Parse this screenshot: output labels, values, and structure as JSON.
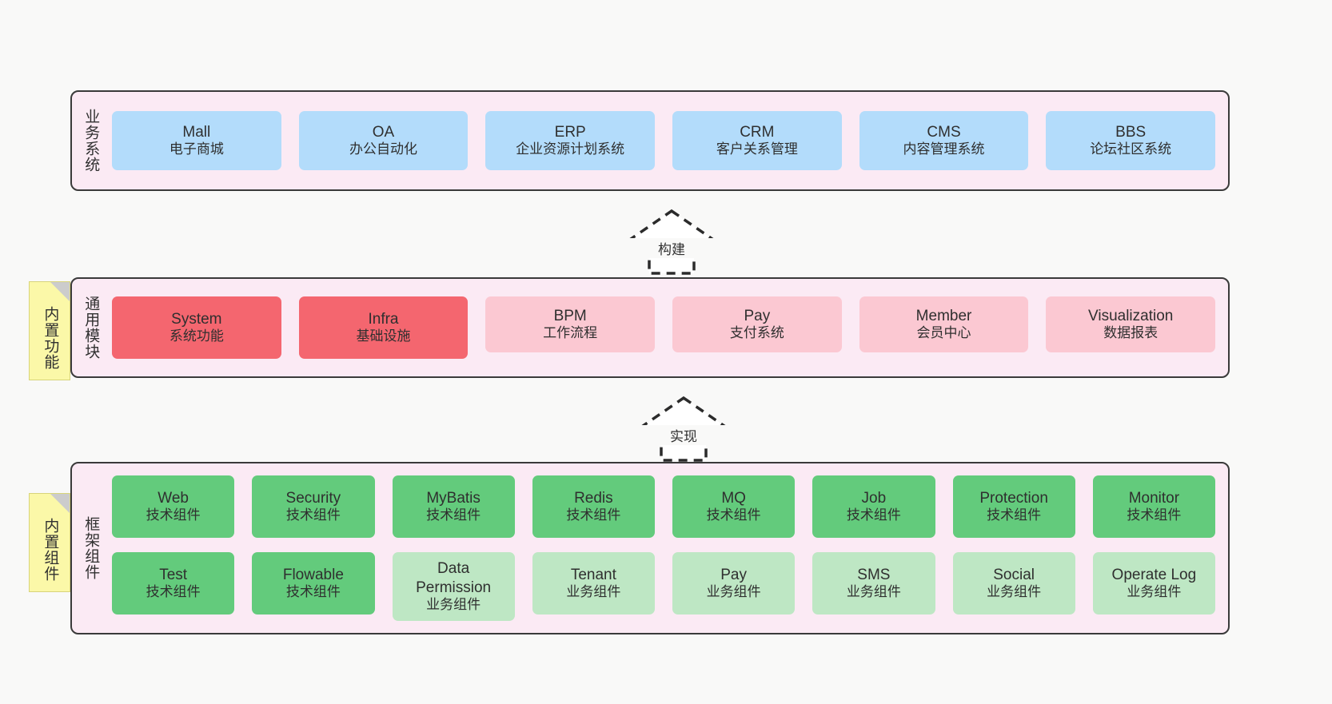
{
  "diagram": {
    "background": "#f9f9f8",
    "layers": [
      {
        "name": "business-systems",
        "label": "业务系统",
        "band_color": "#fbeaf4",
        "rows": [
          {
            "cards": [
              {
                "title": "Mall",
                "sub": "电子商城",
                "color": "#b3dcfb",
                "style": "c-blue"
              },
              {
                "title": "OA",
                "sub": "办公自动化",
                "color": "#b3dcfb",
                "style": "c-blue"
              },
              {
                "title": "ERP",
                "sub": "企业资源计划系统",
                "color": "#b3dcfb",
                "style": "c-blue"
              },
              {
                "title": "CRM",
                "sub": "客户关系管理",
                "color": "#b3dcfb",
                "style": "c-blue"
              },
              {
                "title": "CMS",
                "sub": "内容管理系统",
                "color": "#b3dcfb",
                "style": "c-blue"
              },
              {
                "title": "BBS",
                "sub": "论坛社区系统",
                "color": "#b3dcfb",
                "style": "c-blue"
              }
            ]
          }
        ]
      },
      {
        "name": "common-modules",
        "label": "通用模块",
        "note": "内置功能",
        "band_color": "#fbeaf4",
        "rows": [
          {
            "cards": [
              {
                "title": "System",
                "sub": "系统功能",
                "color": "#f4666f",
                "style": "c-red"
              },
              {
                "title": "Infra",
                "sub": "基础设施",
                "color": "#f4666f",
                "style": "c-red"
              },
              {
                "title": "BPM",
                "sub": "工作流程",
                "color": "#fbc8d2",
                "style": "c-pink"
              },
              {
                "title": "Pay",
                "sub": "支付系统",
                "color": "#fbc8d2",
                "style": "c-pink"
              },
              {
                "title": "Member",
                "sub": "会员中心",
                "color": "#fbc8d2",
                "style": "c-pink"
              },
              {
                "title": "Visualization",
                "sub": "数据报表",
                "color": "#fbc8d2",
                "style": "c-pink"
              }
            ]
          }
        ]
      },
      {
        "name": "framework-components",
        "label": "框架组件",
        "note": "内置组件",
        "band_color": "#fbeaf4",
        "rows": [
          {
            "cards": [
              {
                "title": "Web",
                "sub": "技术组件",
                "color": "#63cb7c",
                "style": "c-green"
              },
              {
                "title": "Security",
                "sub": "技术组件",
                "color": "#63cb7c",
                "style": "c-green"
              },
              {
                "title": "MyBatis",
                "sub": "技术组件",
                "color": "#63cb7c",
                "style": "c-green"
              },
              {
                "title": "Redis",
                "sub": "技术组件",
                "color": "#63cb7c",
                "style": "c-green"
              },
              {
                "title": "MQ",
                "sub": "技术组件",
                "color": "#63cb7c",
                "style": "c-green"
              },
              {
                "title": "Job",
                "sub": "技术组件",
                "color": "#63cb7c",
                "style": "c-green"
              },
              {
                "title": "Protection",
                "sub": "技术组件",
                "color": "#63cb7c",
                "style": "c-green"
              },
              {
                "title": "Monitor",
                "sub": "技术组件",
                "color": "#63cb7c",
                "style": "c-green"
              }
            ]
          },
          {
            "cards": [
              {
                "title": "Test",
                "sub": "技术组件",
                "color": "#63cb7c",
                "style": "c-green"
              },
              {
                "title": "Flowable",
                "sub": "技术组件",
                "color": "#63cb7c",
                "style": "c-green"
              },
              {
                "title": "Data Permission",
                "sub": "业务组件",
                "color": "#bee7c4",
                "style": "c-green-light"
              },
              {
                "title": "Tenant",
                "sub": "业务组件",
                "color": "#bee7c4",
                "style": "c-green-light"
              },
              {
                "title": "Pay",
                "sub": "业务组件",
                "color": "#bee7c4",
                "style": "c-green-light"
              },
              {
                "title": "SMS",
                "sub": "业务组件",
                "color": "#bee7c4",
                "style": "c-green-light"
              },
              {
                "title": "Social",
                "sub": "业务组件",
                "color": "#bee7c4",
                "style": "c-green-light"
              },
              {
                "title": "Operate Log",
                "sub": "业务组件",
                "color": "#bee7c4",
                "style": "c-green-light"
              }
            ]
          }
        ]
      }
    ],
    "connectors": [
      {
        "name": "build",
        "label": "构建",
        "direction": "up"
      },
      {
        "name": "implement",
        "label": "实现",
        "direction": "up"
      }
    ]
  }
}
